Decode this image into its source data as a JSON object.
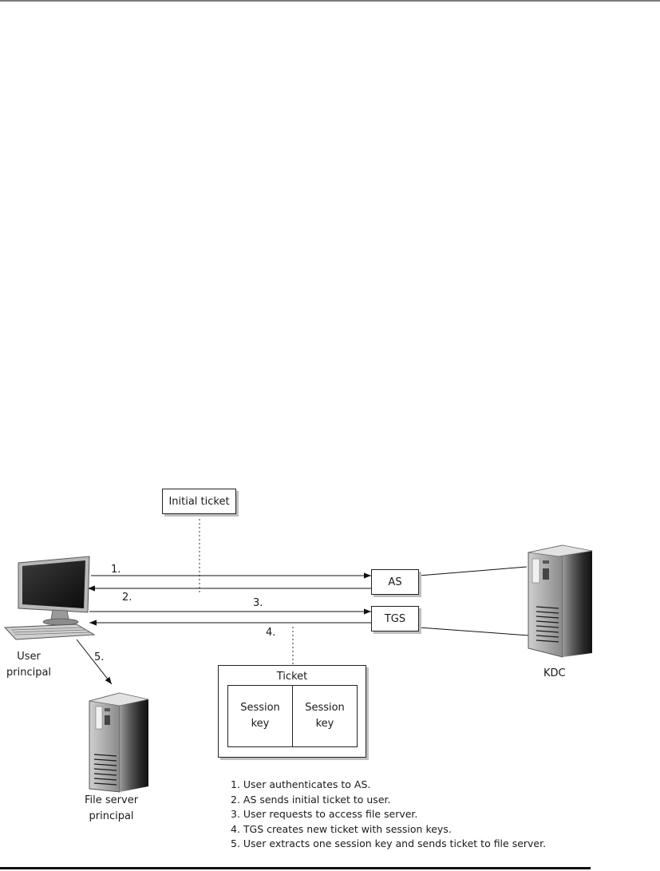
{
  "diagram": {
    "initial_ticket_label": "Initial ticket",
    "as_label": "AS",
    "tgs_label": "TGS",
    "kdc_label": "KDC",
    "user_principal_label": "User\nprincipal",
    "file_server_label": "File server\nprincipal",
    "arrow_labels": [
      "1.",
      "2.",
      "3.",
      "4.",
      "5."
    ],
    "ticket": {
      "title": "Ticket",
      "keys": [
        "Session\nkey",
        "Session\nkey"
      ]
    },
    "steps": [
      "1. User authenticates to AS.",
      "2. AS sends initial ticket to user.",
      "3. User requests to access file server.",
      "4. TGS creates new ticket with session keys.",
      "5. User extracts one session key and sends ticket to file server."
    ]
  }
}
